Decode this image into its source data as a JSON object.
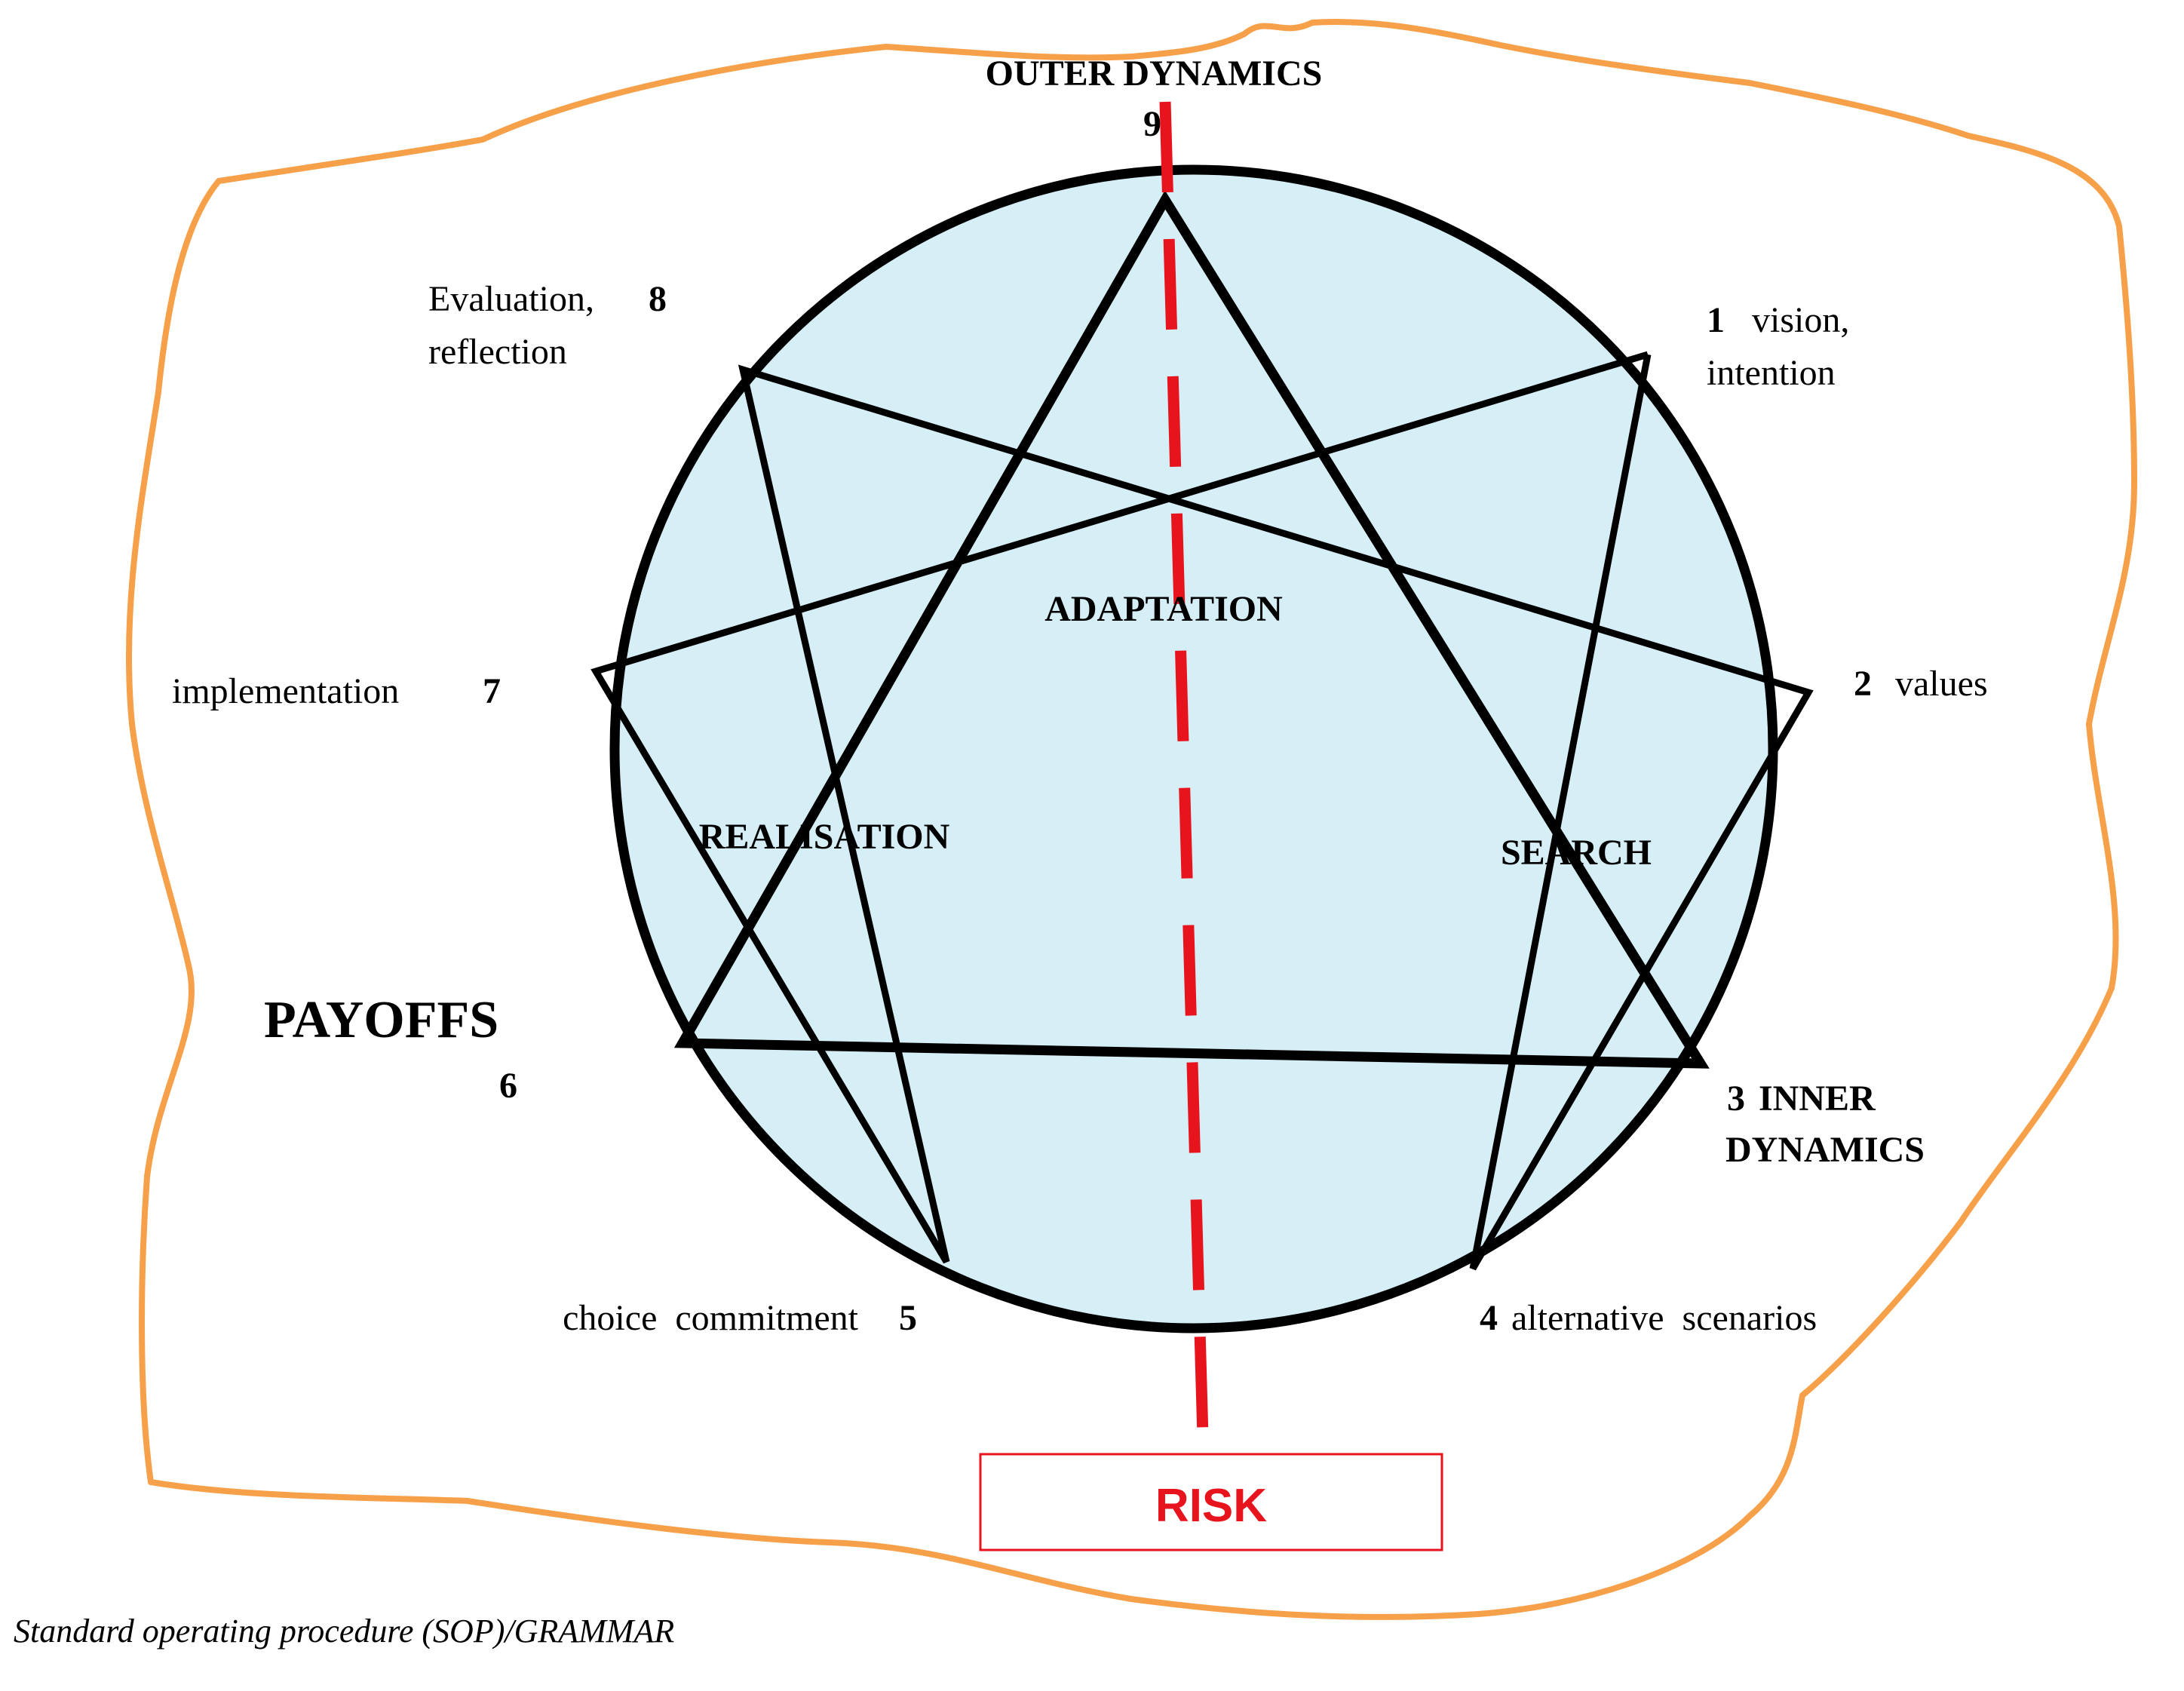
{
  "diagram": {
    "title": "OUTER DYNAMICS",
    "nodes": [
      {
        "number": "9",
        "label": ""
      },
      {
        "number": "1",
        "label": "vision,",
        "label2": "intention"
      },
      {
        "number": "2",
        "label": "values"
      },
      {
        "number": "3",
        "label": "INNER",
        "label2": "DYNAMICS"
      },
      {
        "number": "4",
        "label": "alternative  scenarios"
      },
      {
        "number": "5",
        "label": "choice  commitment"
      },
      {
        "number": "6",
        "label": "PAYOFFS"
      },
      {
        "number": "7",
        "label": "implementation"
      },
      {
        "number": "8",
        "label": "Evaluation,",
        "label2": "reflection"
      }
    ],
    "regions": {
      "adaptation": "ADAPTATION",
      "realisation": "REALISATION",
      "search": "SEARCH"
    },
    "risk_label": "RISK",
    "footer": "Standard operating procedure (SOP)/GRAMMAR",
    "colors": {
      "circle_fill": "#d6eef6",
      "stroke": "#000000",
      "boundary": "#f7a04a",
      "risk": "#e8141d"
    }
  }
}
